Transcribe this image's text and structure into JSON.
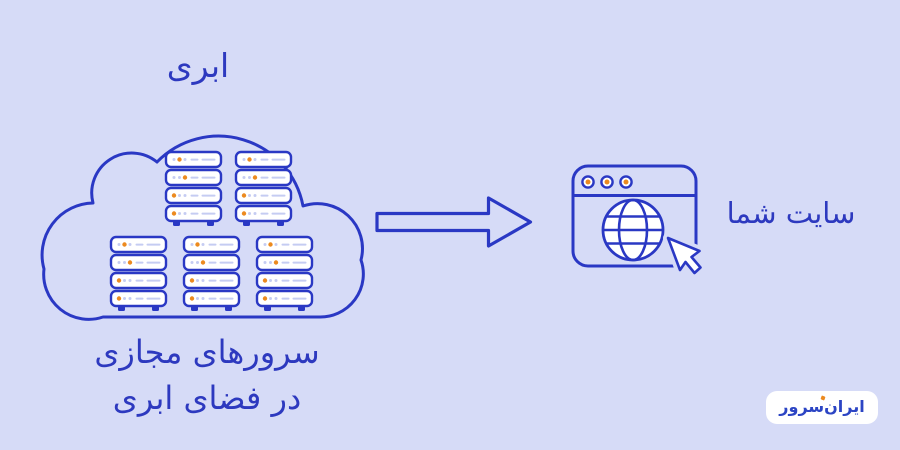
{
  "colors": {
    "background": "#d6dbf7",
    "outline_blue": "#2a38c4",
    "text_blue": "#2d39bf",
    "accent_orange": "#ec8a1f",
    "detail_periwinkle": "#c5ccf2",
    "shape_fill_white": "#ffffff"
  },
  "texts": {
    "cloud_label": "ابری",
    "caption_line1": "سرورهای مجازی",
    "caption_line2": "در فضای ابری",
    "site_label": "سایت شما",
    "logo_text": "ایران‌سرور"
  },
  "icons": {
    "cloud": "cloud-outline-icon",
    "server_rack": "server-rack-icon",
    "arrow": "arrow-right-icon",
    "browser": "browser-window-icon",
    "window_dots": "window-control-dots-icon",
    "globe": "globe-icon",
    "cursor": "mouse-cursor-icon"
  },
  "figure": {
    "rack_count": 5,
    "units_per_rack": 4,
    "orange_led_index_per_unit": [
      1,
      2,
      0,
      0
    ],
    "window_dot_count": 3
  }
}
